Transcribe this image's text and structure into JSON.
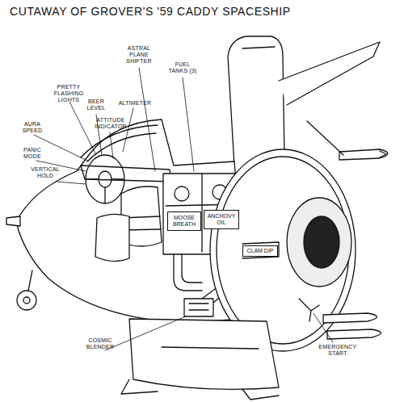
{
  "diagram": {
    "title": "CUTAWAY OF GROVER'S '59 CADDY SPACESHIP",
    "nodes": [
      {
        "text": [
          "MOOSE BREATH"
        ]
      },
      {
        "text": [
          "ANCHOVY OIL"
        ]
      },
      {
        "text": [
          "CLAM DIP"
        ]
      }
    ],
    "labels": [
      "ASTRAL PLANE SHIFTER",
      "FUEL TANKS (3)",
      "PRETTY FLASHING LIGHTS",
      "BEER LEVEL",
      "ALTIMETER",
      "AURA SPEED",
      "ATTITUDE INDICATOR",
      "PANIC MODE",
      "VERTICAL HOLD",
      "COSMIC BLENDER",
      "EMERGENCY START"
    ]
  }
}
